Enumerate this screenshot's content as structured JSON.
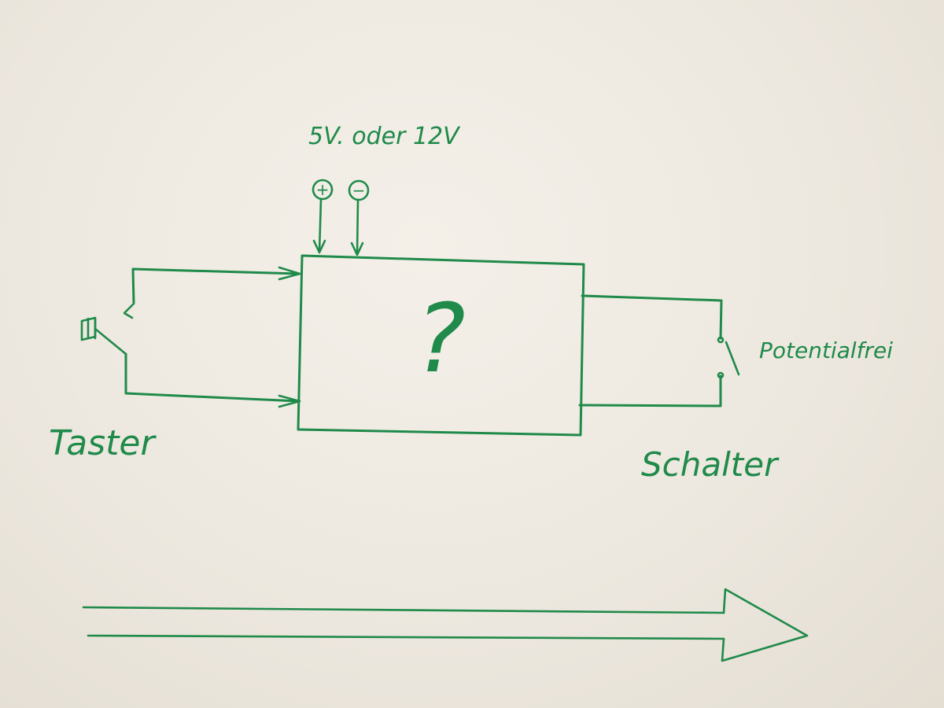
{
  "diagram": {
    "supply_label": "5V. oder 12V",
    "plus_symbol": "+",
    "minus_symbol": "−",
    "box_symbol": "?",
    "input_label": "Taster",
    "output_label": "Schalter",
    "output_note": "Potentialfrei",
    "ink_color": "#1f8a4a"
  }
}
